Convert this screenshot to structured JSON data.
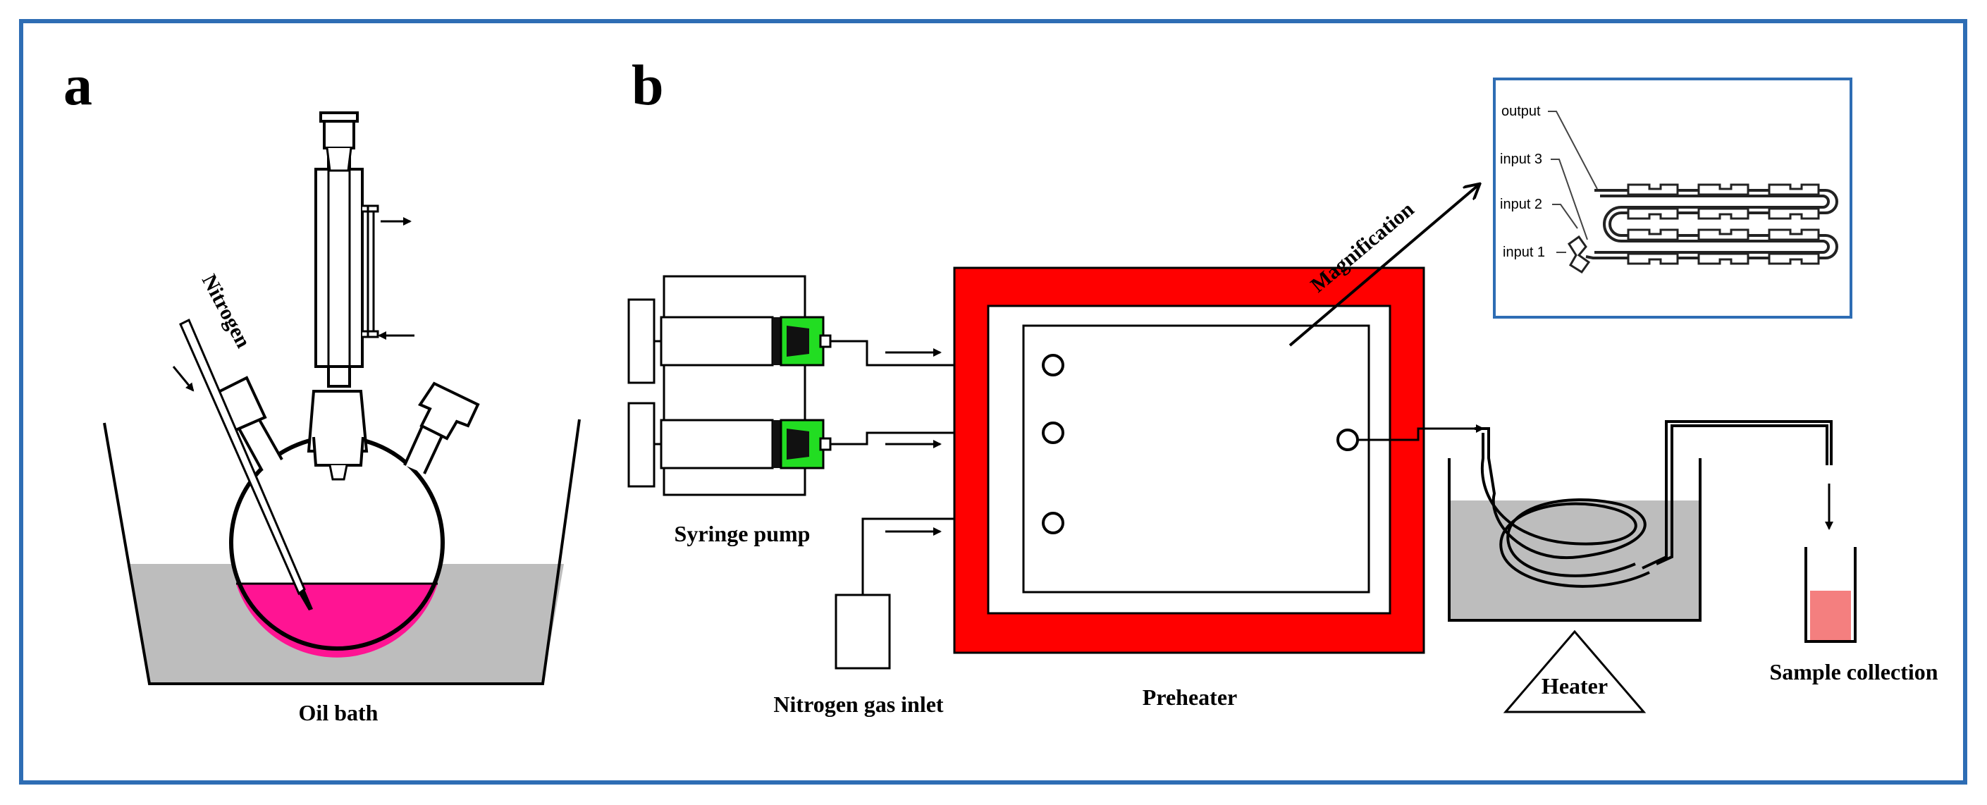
{
  "panel_a": {
    "letter": "a",
    "nitrogen_label": "Nitrogen",
    "bath_label": "Oil bath"
  },
  "panel_b": {
    "letter": "b",
    "syringe_pump_label": "Syringe pump",
    "nitrogen_inlet_label": "Nitrogen gas inlet",
    "preheater_label": "Preheater",
    "heater_label": "Heater",
    "sample_label": "Sample collection",
    "magnification_label": "Magnification",
    "inset": {
      "output": "output",
      "input3": "input 3",
      "input2": "input 2",
      "input1": "input 1"
    }
  },
  "colors": {
    "frame": "#2e6db4",
    "preheater": "#ff0000",
    "liquid_a": "#ff1493",
    "bath": "#bdbdbd",
    "syringe_green": "#22dd22",
    "sample": "#f47f7f"
  }
}
